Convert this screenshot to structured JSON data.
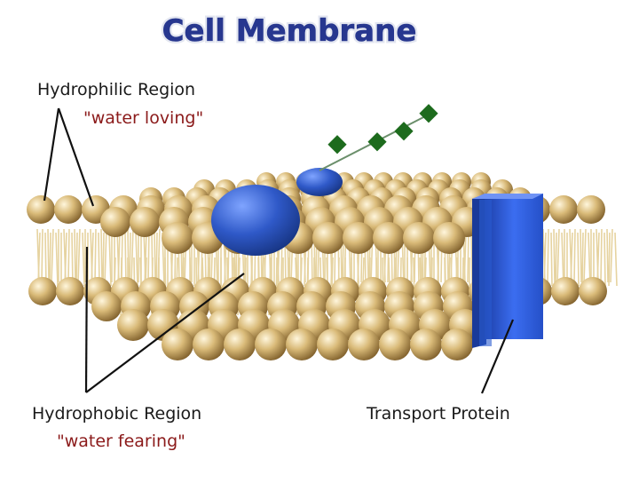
{
  "title": "Cell Membrane",
  "labels": {
    "hydrophilic_region": "Hydrophilic Region",
    "hydrophilic_note": "\"water loving\"",
    "hydrophobic_region": "Hydrophobic Region",
    "hydrophobic_note": "\"water fearing\"",
    "transport_protein": "Transport Protein"
  },
  "colors": {
    "title_fill": "#27378f",
    "label_text": "#1a1a1a",
    "note_text": "#8b1a1a",
    "head_base": "#d9ba78",
    "head_shadow": "#8a6a30",
    "tail": "#e9d8a8",
    "protein": "#2a5bd0",
    "glycan": "#1d6b1d"
  },
  "icons": {
    "phospholipid_head": "sphere-icon",
    "transport_protein": "channel-protein-icon",
    "carbohydrate_chain": "diamond-chain-icon"
  }
}
